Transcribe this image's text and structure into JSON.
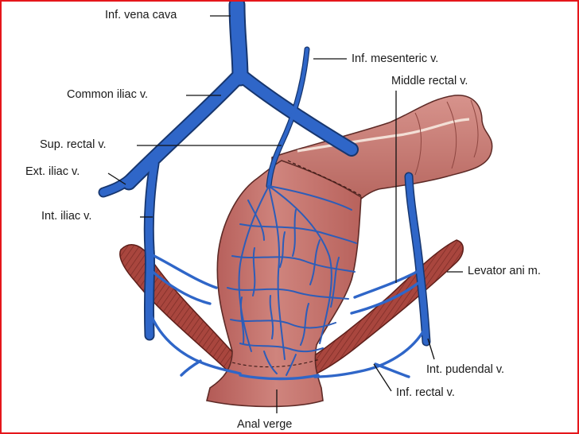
{
  "labels": {
    "inf_vena_cava": "Inf. vena cava",
    "inf_mesenteric": "Inf. mesenteric v.",
    "middle_rectal": "Middle rectal v.",
    "common_iliac": "Common iliac v.",
    "sup_rectal": "Sup. rectal v.",
    "ext_iliac": "Ext. iliac v.",
    "int_iliac": "Int. iliac v.",
    "levator_ani": "Levator ani m.",
    "int_pudendal": "Int. pudendal v.",
    "inf_rectal": "Inf. rectal v.",
    "anal_verge": "Anal verge"
  },
  "colors": {
    "border": "#e5161b",
    "vein": "#2f66c8",
    "vein_outline": "#17366e",
    "rectum": "#c2706a",
    "muscle": "#a9463e",
    "leader": "#111111"
  }
}
